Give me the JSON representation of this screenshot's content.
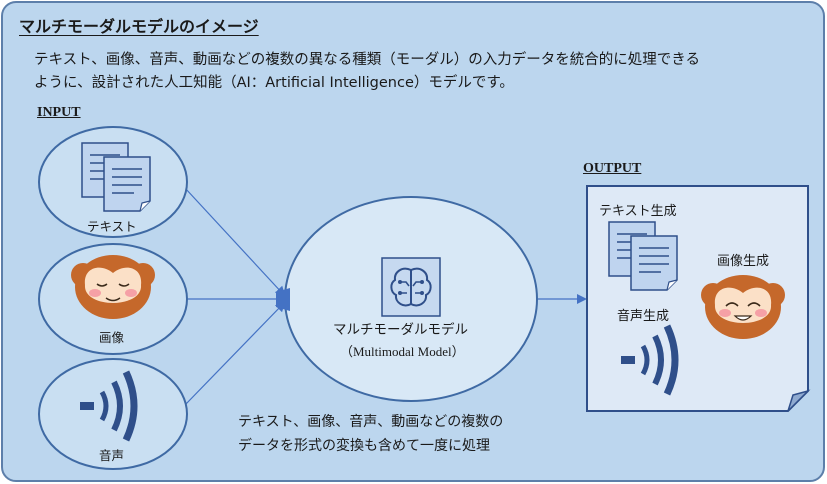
{
  "title": "マルチモーダルモデルのイメージ",
  "description": {
    "line1": "テキスト、画像、音声、動画などの複数の異なる種類（モーダル）の入力データを統合的に処理できる",
    "line2": "ように、設計された人工知能（AI：Artificial Intelligence）モデルです。"
  },
  "input": {
    "heading": "INPUT",
    "items": [
      {
        "label": "テキスト",
        "icon": "document-icon"
      },
      {
        "label": "画像",
        "icon": "monkey-face-icon"
      },
      {
        "label": "音声",
        "icon": "sound-wave-icon"
      }
    ]
  },
  "model": {
    "name": "マルチモーダルモデル",
    "english": "（Multimodal Model）",
    "icon": "brain-circuit-icon"
  },
  "output": {
    "heading": "OUTPUT",
    "items": [
      {
        "label": "テキスト生成",
        "icon": "document-icon"
      },
      {
        "label": "画像生成",
        "icon": "monkey-face-icon"
      },
      {
        "label": "音声生成",
        "icon": "sound-wave-icon"
      }
    ]
  },
  "note": {
    "line1": "テキスト、画像、音声、動画などの複数の",
    "line2": "データを形式の変換も含めて一度に処理"
  },
  "colors": {
    "panel": "#bcd6ee",
    "panel_border": "#5d7faa",
    "ellipse_fill": "#c9dff2",
    "ellipse_stroke": "#3f6aa4",
    "model_fill": "#d8e8f6",
    "arrow": "#4472c4",
    "monkey_fur": "#c5682b",
    "monkey_face": "#fbe0c7",
    "doc_fill": "#bfd4ef",
    "sound": "#2f4f8a",
    "output_box": "#dee9f6"
  }
}
